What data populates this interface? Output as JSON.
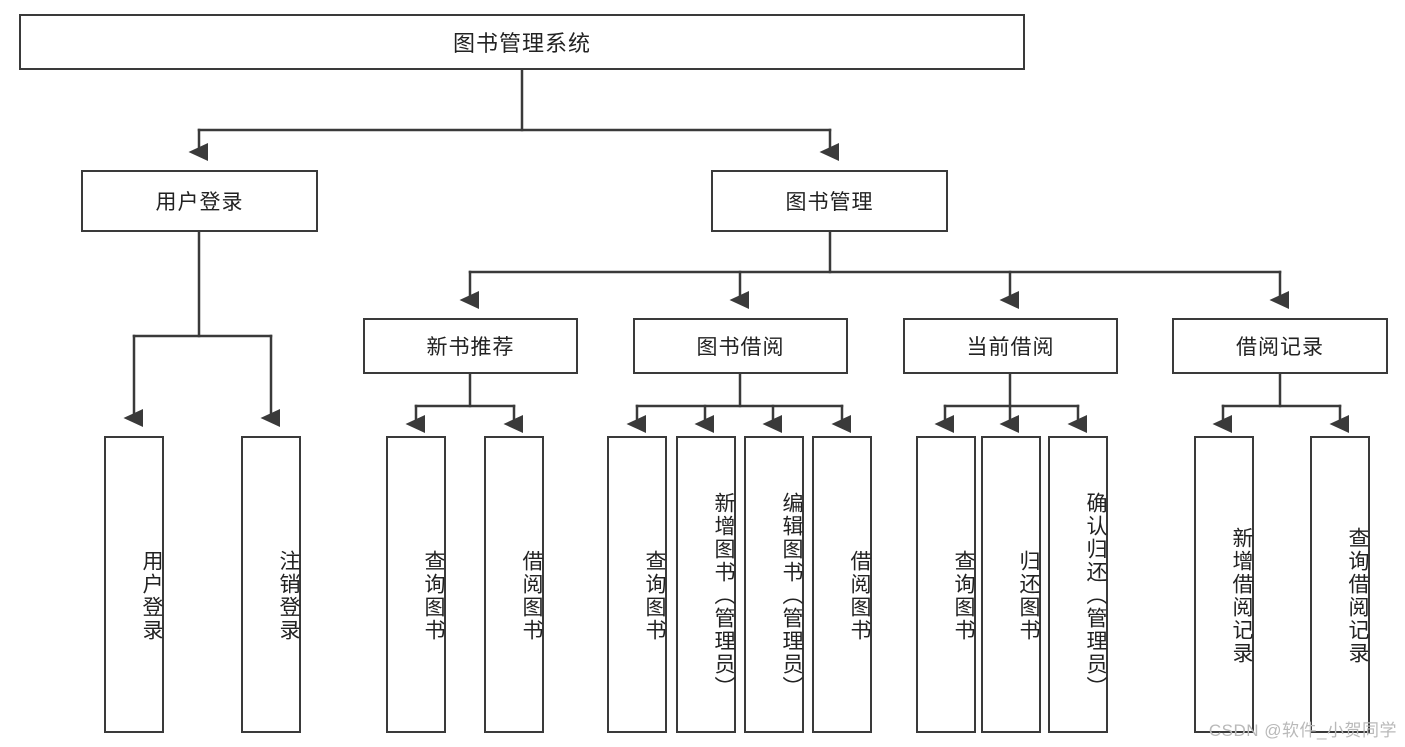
{
  "diagram": {
    "title": "图书管理系统",
    "type": "hierarchy-tree",
    "root": {
      "label": "图书管理系统"
    },
    "level2": [
      {
        "label": "用户登录"
      },
      {
        "label": "图书管理"
      }
    ],
    "level3": [
      {
        "label": "新书推荐"
      },
      {
        "label": "图书借阅"
      },
      {
        "label": "当前借阅"
      },
      {
        "label": "借阅记录"
      }
    ],
    "leaves": {
      "user_login": [
        {
          "label": "用户登录"
        },
        {
          "label": "注销登录"
        }
      ],
      "new_book_recommend": [
        {
          "label": "查询图书"
        },
        {
          "label": "借阅图书"
        }
      ],
      "book_borrow": [
        {
          "label": "查询图书"
        },
        {
          "label": "新增图书（管理员）"
        },
        {
          "label": "编辑图书（管理员）"
        },
        {
          "label": "借阅图书"
        }
      ],
      "current_borrow": [
        {
          "label": "查询图书"
        },
        {
          "label": "归还图书"
        },
        {
          "label": "确认归还（管理员）"
        }
      ],
      "borrow_record": [
        {
          "label": "新增借阅记录"
        },
        {
          "label": "查询借阅记录"
        }
      ]
    }
  },
  "watermark": {
    "text": "CSDN @软件_小贺同学"
  },
  "colors": {
    "border": "#3a3a3a",
    "text": "#222222",
    "background": "#ffffff",
    "watermark": "#b9b9b9"
  }
}
